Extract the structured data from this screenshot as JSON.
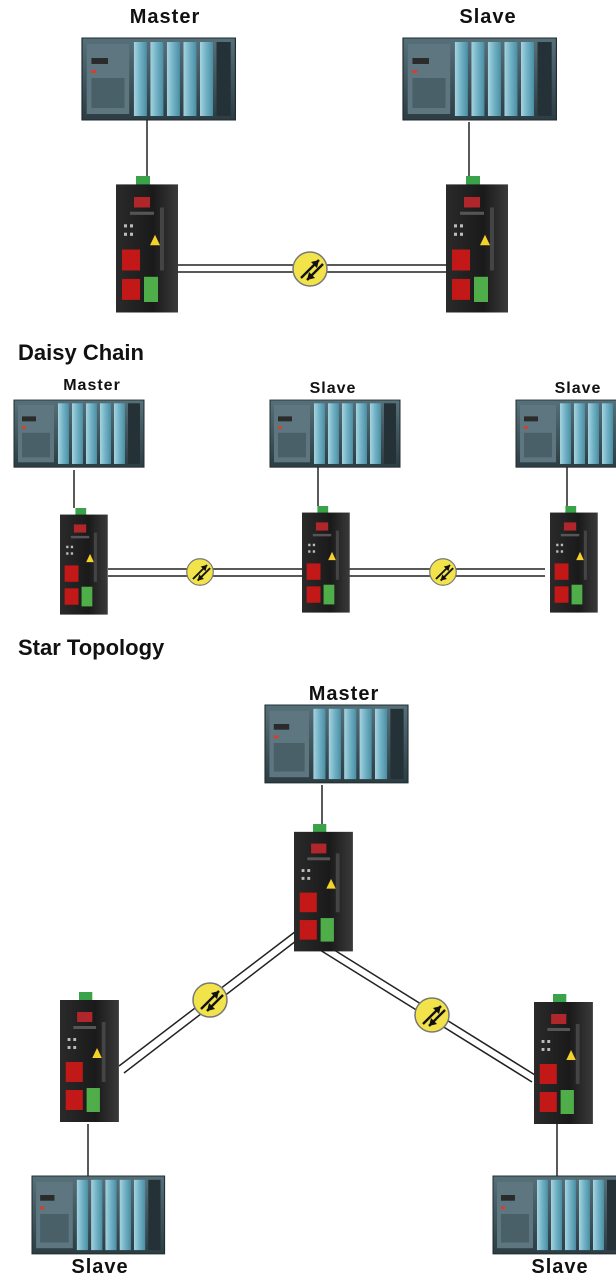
{
  "labels": {
    "section1_master": "Master",
    "section1_slave": "Slave",
    "daisy_title": "Daisy Chain",
    "daisy_master": "Master",
    "daisy_slave_1": "Slave",
    "daisy_slave_2": "Slave",
    "star_title": "Star Topology",
    "star_master": "Master",
    "star_slave_left": "Slave",
    "star_slave_right": "Slave"
  },
  "colors": {
    "plc_body": "#3d5258",
    "plc_module": "#7fb6c8",
    "converter_body": "#1c1c1c",
    "port_red": "#d21b1b",
    "terminal_green": "#4fae4a",
    "link_marker": "#f3e34a"
  },
  "icons": {
    "plc": "plc-rack-icon",
    "converter": "fiber-converter-icon",
    "link": "fiber-link-arrows-icon"
  }
}
